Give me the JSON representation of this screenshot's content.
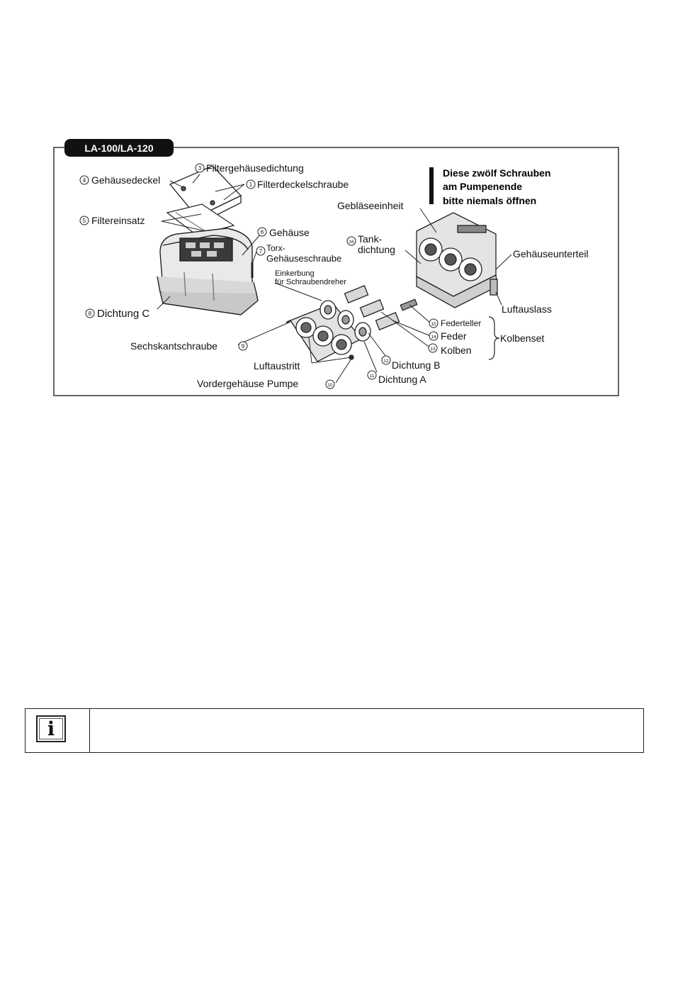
{
  "figure": {
    "model_label": "LA-100/LA-120",
    "warning_lines": [
      "Diese zwölf Schrauben",
      "am Pumpenende",
      "bitte niemals öffnen"
    ],
    "labels": {
      "gehaeusedeckel": "Gehäusedeckel",
      "filtergehaeusedichtung": "Filtergehäusedichtung",
      "filterdeckelschraube": "Filterdeckelschraube",
      "filtereinsatz": "Filtereinsatz",
      "gehaeuse": "Gehäuse",
      "torx_line1": "Torx-",
      "torx_line2": "Gehäuseschraube",
      "dichtung_c": "Dichtung C",
      "einkerbung_line1": "Einkerbung",
      "einkerbung_line2": "für Schraubendreher",
      "sechskantschraube": "Sechskantschraube",
      "luftaustritt": "Luftaustritt",
      "vordergehaeuse": "Vordergehäuse Pumpe",
      "dichtung_a": "Dichtung A",
      "dichtung_b": "Dichtung B",
      "federteller": "Federteller",
      "feder": "Feder",
      "kolben": "Kolben",
      "kolbenset": "Kolbenset",
      "geblaeseeinheit": "Gebläseeinheit",
      "tank_line1": "Tank-",
      "tank_line2": "dichtung",
      "gehaeuseunterteil": "Gehäuseunterteil",
      "luftauslass": "Luftauslass"
    },
    "numbers": {
      "n1": "1",
      "n3": "3",
      "n4": "4",
      "n5": "5",
      "n6": "6",
      "n7": "7",
      "n8": "8",
      "n9": "9",
      "n10": "10",
      "n11": "11",
      "n12": "12",
      "n13": "13",
      "n14": "14",
      "n15": "15",
      "n16": "16"
    }
  },
  "info_box": {
    "icon": "info-icon",
    "glyph": "i",
    "text": ""
  }
}
